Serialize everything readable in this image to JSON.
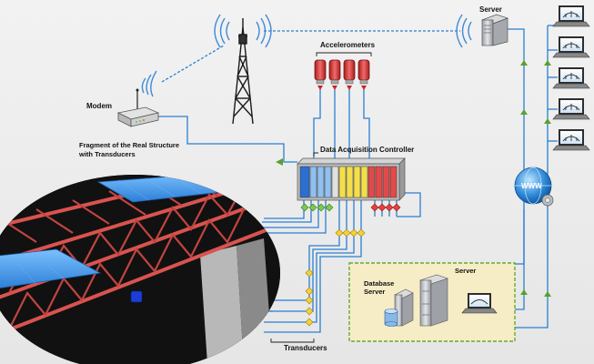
{
  "labels": {
    "server_top": "Server",
    "accelerometers": "Accelerometers",
    "modem": "Modem",
    "fragment_line1": "Fragment of the Real Structure",
    "fragment_line2": "with Transducers",
    "dac": "Data Acquisition Controller",
    "server_box": "Server",
    "db_line1": "Database",
    "db_line2": "Server",
    "transducers": "Transducers",
    "www": "WWW"
  },
  "colors": {
    "cable_blue": "#2a7fd1",
    "cable_dashed": "#2a7fd1",
    "network_green": "#6aa84f",
    "truss_red": "#d9534f",
    "panel_blue": "#3d8fe0",
    "db_box_fill": "#f6edc6",
    "db_box_border": "#66aa33",
    "sensor_red": "#d83a3a"
  },
  "icons": [
    "antenna-tower-icon",
    "modem-icon",
    "server-icon",
    "laptop-icon",
    "globe-www-icon",
    "database-icon",
    "accelerometer-icon",
    "bridge-icon"
  ]
}
